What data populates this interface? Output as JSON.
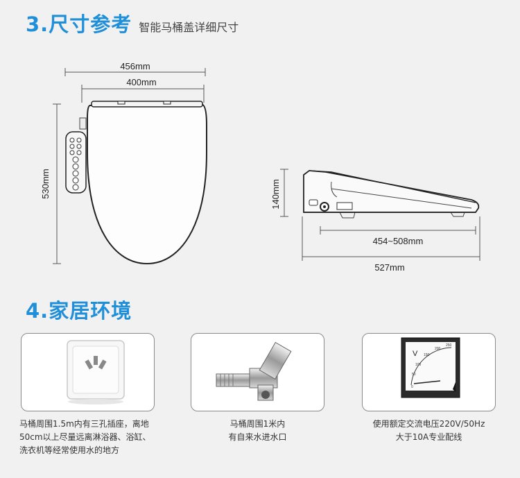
{
  "section3": {
    "title": "3.尺寸参考",
    "subtitle": "智能马桶盖详细尺寸"
  },
  "dimensions": {
    "overall_width": "456mm",
    "seat_width": "400mm",
    "length": "530mm",
    "height": "140mm",
    "adjust_range": "454~508mm",
    "total_length": "527mm"
  },
  "section4": {
    "title": "4.家居环境"
  },
  "cards": [
    {
      "lines": [
        "马桶周围1.5m内有三孔插座，离地",
        "50cm以上尽量远离淋浴器、浴缸、",
        "洗衣机等经常使用水的地方"
      ]
    },
    {
      "lines": [
        "马桶周围1米内",
        "有自来水进水口"
      ]
    },
    {
      "lines": [
        "使用额定交流电压220V/50Hz",
        "大于10A专业配线"
      ]
    }
  ],
  "meter": {
    "unit": "V",
    "ticks": [
      "0",
      "50",
      "100",
      "150",
      "200",
      "250"
    ]
  }
}
